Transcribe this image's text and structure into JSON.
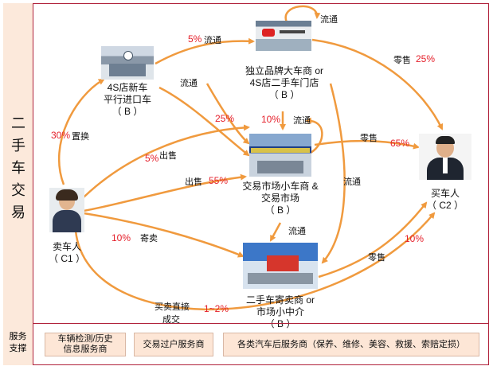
{
  "side_title": [
    "二",
    "手",
    "车",
    "交",
    "易"
  ],
  "nodes": {
    "4s": [
      "4S店新车",
      "平行进口车",
      "（ B ）"
    ],
    "independent": [
      "独立品牌大车商 or",
      "4S店二手车门店",
      "（ B ）"
    ],
    "market": [
      "交易市场小车商 &",
      "交易市场",
      "（ B ）"
    ],
    "consign": [
      "二手车寄卖商 or",
      "市场小中介",
      "（ B ）"
    ],
    "seller": [
      "卖车人",
      "（ C1 ）"
    ],
    "buyer": [
      "买车人",
      "（ C2 ）"
    ]
  },
  "labels": {
    "circ1": "流通",
    "circ2": "流通",
    "circ3": "流通",
    "circ4": "流通",
    "circ5": "流通",
    "circ6": "流通",
    "retail1": "零售",
    "retail2": "零售",
    "retail3": "零售",
    "replace": "置换",
    "sell1": "出售",
    "sell2": "出售",
    "consign": "寄卖",
    "direct1": "买卖直接",
    "direct2": "成交"
  },
  "percents": {
    "p5a": "5%",
    "p25r": "25%",
    "p25": "25%",
    "p10": "10%",
    "p65": "65%",
    "p30": "30%",
    "p5b": "5%",
    "p55": "55%",
    "p10b": "10%",
    "p10c": "10%",
    "p12": "1~2%"
  },
  "services": {
    "label": [
      "服务",
      "支撑"
    ],
    "box1": [
      "车辆检测/历史",
      "信息服务商"
    ],
    "box2": "交易过户服务商",
    "box3": "各类汽车后服务商（保养、维修、美容、救援、索赔定损）"
  },
  "colors": {
    "arrow": "#f09a3e",
    "frame": "#b0213a",
    "panel": "#fce9db",
    "percent": "#e5202b"
  }
}
